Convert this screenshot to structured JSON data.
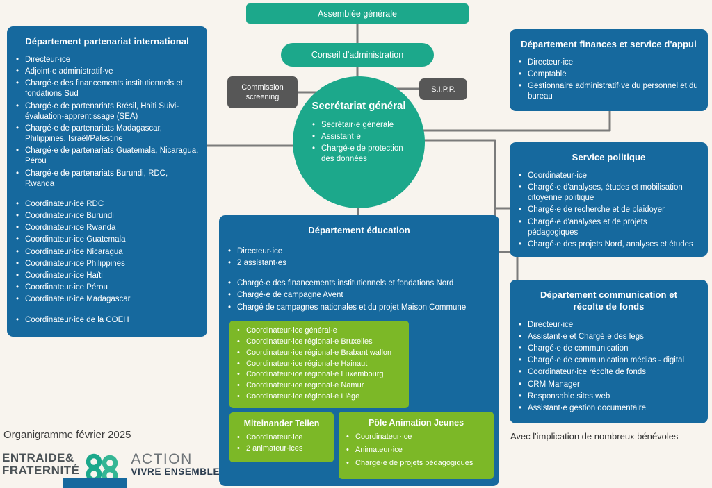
{
  "colors": {
    "background": "#f8f4ee",
    "teal": "#1ca88b",
    "blue": "#16699e",
    "lime": "#7cb827",
    "dark_gray_box": "#575757",
    "connector_line": "#7b7b7b"
  },
  "governance": {
    "assemblee": "Assemblée générale",
    "conseil": "Conseil d'administration",
    "commission": "Commission screening",
    "sipp": "S.I.P.P."
  },
  "secretariat": {
    "title": "Secrétariat général",
    "items": [
      "Secrétair·e générale",
      "Assistant·e",
      "Chargé·e de protection des données"
    ]
  },
  "partenariat": {
    "title": "Département partenariat international",
    "group1": [
      "Directeur·ice",
      "Adjoint·e administratif·ve",
      "Chargé·e des financements institutionnels et fondations Sud",
      "Chargé·e de partenariats Brésil, Haiti Suivi-évaluation-apprentissage (SEA)",
      "Chargé·e de partenariats Madagascar, Philippines, Israël/Palestine",
      "Chargé·e de partenariats Guatemala, Nicaragua, Pérou",
      "Chargé·e de partenariats Burundi, RDC, Rwanda"
    ],
    "group2": [
      "Coordinateur·ice RDC",
      "Coordinateur·ice Burundi",
      "Coordinateur·ice Rwanda",
      "Coordinateur·ice Guatemala",
      "Coordinateur·ice Nicaragua",
      "Coordinateur·ice Philippines",
      "Coordinateur·ice Haïti",
      "Coordinateur·ice Pérou",
      "Coordinateur·ice Madagascar"
    ],
    "group3": [
      "Coordinateur·ice de la COEH"
    ]
  },
  "finances": {
    "title": "Département finances et service d'appui",
    "items": [
      "Directeur·ice",
      "Comptable",
      "Gestionnaire administratif·ve du personnel et du bureau"
    ]
  },
  "politique": {
    "title": "Service politique",
    "items": [
      "Coordinateur·ice",
      "Chargé·e d'analyses, études et mobilisation citoyenne politique",
      "Chargé·e de recherche et de plaidoyer",
      "Chargé·e d'analyses et de projets pédagogiques",
      "Chargé·e des projets Nord, analyses et études"
    ]
  },
  "communication": {
    "title": "Département communication et récolte de fonds",
    "items": [
      "Directeur·ice",
      "Assistant·e et Chargé·e des legs",
      "Chargé·e de communication",
      "Chargé·e de communication médias - digital",
      "Coordinateur·ice récolte de fonds",
      "CRM Manager",
      "Responsable sites web",
      "Assistant·e gestion documentaire"
    ]
  },
  "education": {
    "title": "Département éducation",
    "group1": [
      "Directeur·ice",
      "2 assistant·es"
    ],
    "group2": [
      "Chargé·e des financements institutionnels et fondations Nord",
      "Chargé·e de campagne Avent",
      "Chargé de campagnes nationales et du projet Maison Commune"
    ],
    "coordinateurs": [
      "Coordinateur·ice général·e",
      "Coordinateur·ice régional·e Bruxelles",
      "Coordinateur·ice régional·e Brabant wallon",
      "Coordinateur·ice régional·e Hainaut",
      "Coordinateur·ice régional·e Luxembourg",
      "Coordinateur·ice régional·e Namur",
      "Coordinateur·ice régional·e Liège"
    ],
    "miteinander": {
      "title": "Miteinander Teilen",
      "items": [
        "Coordinateur·ice",
        "2 animateur·ices"
      ]
    },
    "pole": {
      "title": "Pôle Animation Jeunes",
      "items": [
        "Coordinateur·ice",
        "Animateur·ice",
        "Chargé·e de projets pédagogiques"
      ]
    }
  },
  "footnotes": {
    "left": "Organigramme février 2025",
    "right": "Avec l'implication de nombreux bénévoles"
  },
  "logo": {
    "line1": "ENTRAIDE&",
    "line2": "FRATERNITÉ",
    "line3": "ACTION",
    "line4": "VIVRE ENSEMBLE"
  }
}
